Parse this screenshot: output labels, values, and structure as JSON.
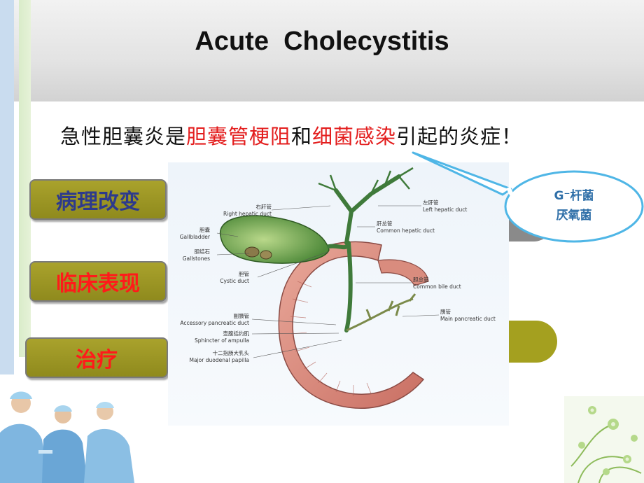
{
  "slide": {
    "title": "Acute  Cholecystitis",
    "subtitle_parts": [
      "急性胆囊炎是",
      "胆囊管梗阻",
      "和",
      "细菌感染",
      "引起的炎症！"
    ],
    "subtitle_colors": {
      "normal": "#111111",
      "highlight": "#e31d1d"
    }
  },
  "buttons": [
    {
      "label": "病理改变",
      "color": "#2d3a8c"
    },
    {
      "label": "临床表现",
      "color": "#ff1a1a"
    },
    {
      "label": "治疗",
      "color": "#ff1a1a"
    }
  ],
  "callout": {
    "lines": [
      "G⁻杆菌",
      "厌氧菌"
    ],
    "color": "#2f6fa8"
  },
  "diagram": {
    "labels": [
      {
        "zh": "右肝管",
        "en": "Right hepatic duct"
      },
      {
        "zh": "胆囊",
        "en": "Gallbladder"
      },
      {
        "zh": "胆结石",
        "en": "Gallstones"
      },
      {
        "zh": "胆管",
        "en": "Cystic duct"
      },
      {
        "zh": "副胰管",
        "en": "Accessory pancreatic duct"
      },
      {
        "zh": "壶腹括约肌",
        "en": "Sphincter of ampulla"
      },
      {
        "zh": "十二指肠大乳头",
        "en": "Major duodenal papilla"
      },
      {
        "zh": "左肝管",
        "en": "Left hepatic duct"
      },
      {
        "zh": "肝总管",
        "en": "Common hepatic duct"
      },
      {
        "zh": "胆总管",
        "en": "Common bile duct"
      },
      {
        "zh": "胰管",
        "en": "Main pancreatic duct"
      }
    ]
  }
}
